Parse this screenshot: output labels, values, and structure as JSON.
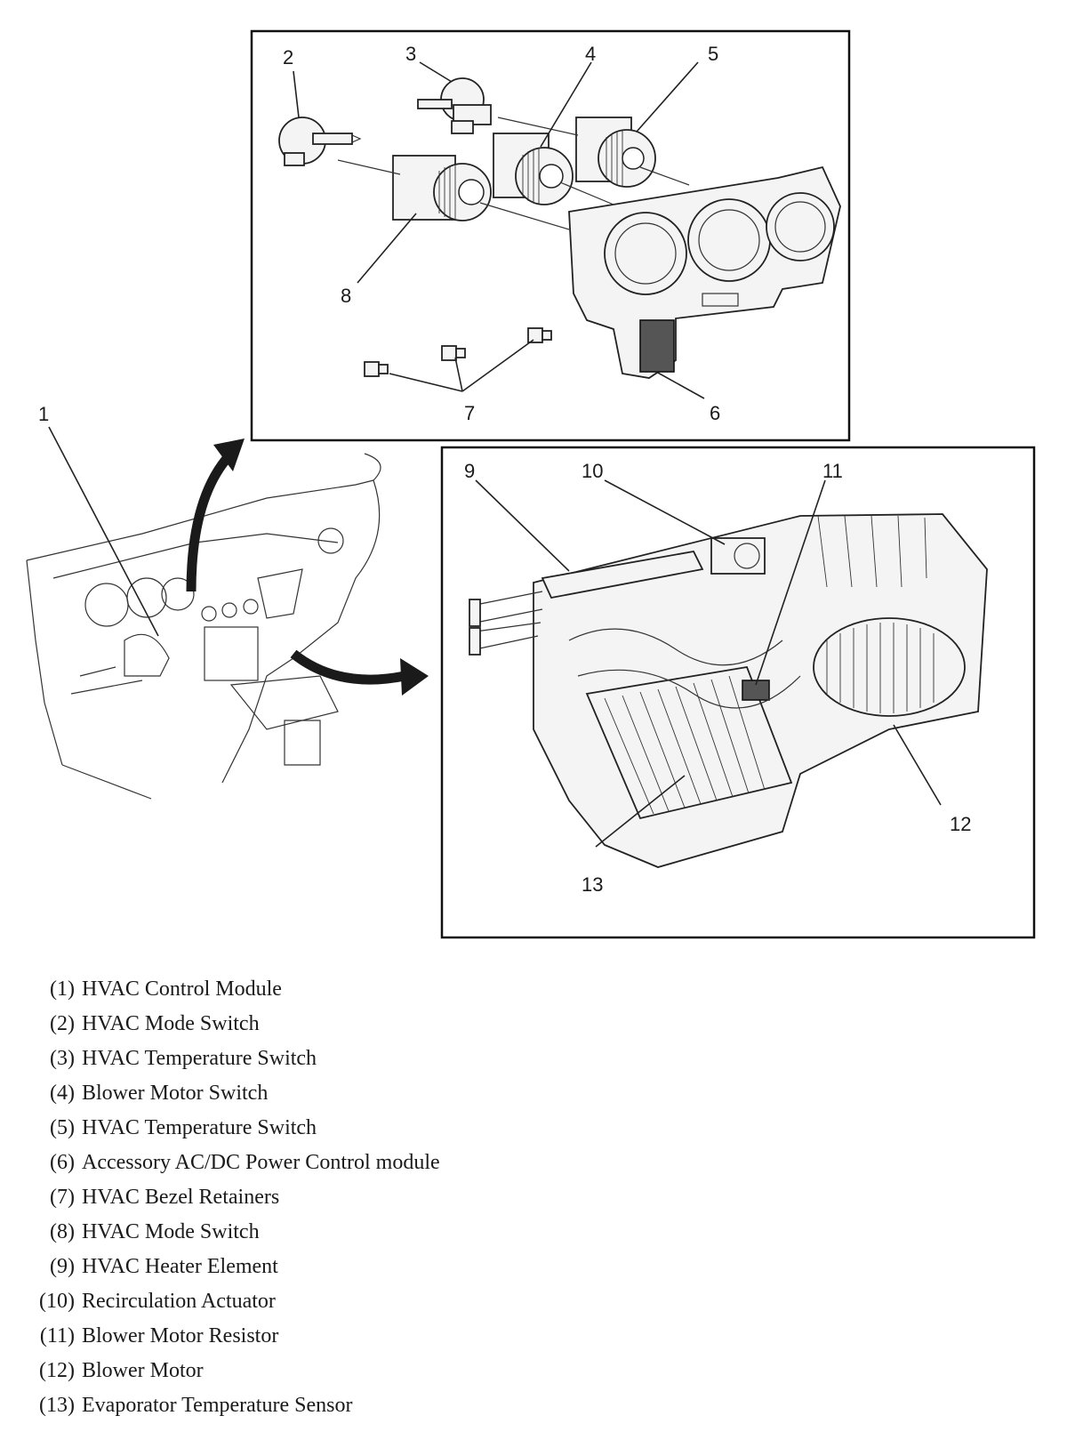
{
  "callouts": {
    "c1": "1",
    "c2": "2",
    "c3": "3",
    "c4": "4",
    "c5": "5",
    "c6": "6",
    "c7": "7",
    "c8": "8",
    "c9": "9",
    "c10": "10",
    "c11": "11",
    "c12": "12",
    "c13": "13"
  },
  "legend": [
    {
      "num": "(1)",
      "label": "HVAC Control Module"
    },
    {
      "num": "(2)",
      "label": "HVAC Mode Switch"
    },
    {
      "num": "(3)",
      "label": "HVAC Temperature Switch"
    },
    {
      "num": "(4)",
      "label": "Blower Motor Switch"
    },
    {
      "num": "(5)",
      "label": "HVAC Temperature Switch"
    },
    {
      "num": "(6)",
      "label": "Accessory AC/DC Power Control module"
    },
    {
      "num": "(7)",
      "label": "HVAC Bezel Retainers"
    },
    {
      "num": "(8)",
      "label": "HVAC Mode Switch"
    },
    {
      "num": "(9)",
      "label": "HVAC Heater Element"
    },
    {
      "num": "(10)",
      "label": "Recirculation Actuator"
    },
    {
      "num": "(11)",
      "label": "Blower Motor Resistor"
    },
    {
      "num": "(12)",
      "label": "Blower Motor"
    },
    {
      "num": "(13)",
      "label": "Evaporator Temperature Sensor"
    }
  ]
}
